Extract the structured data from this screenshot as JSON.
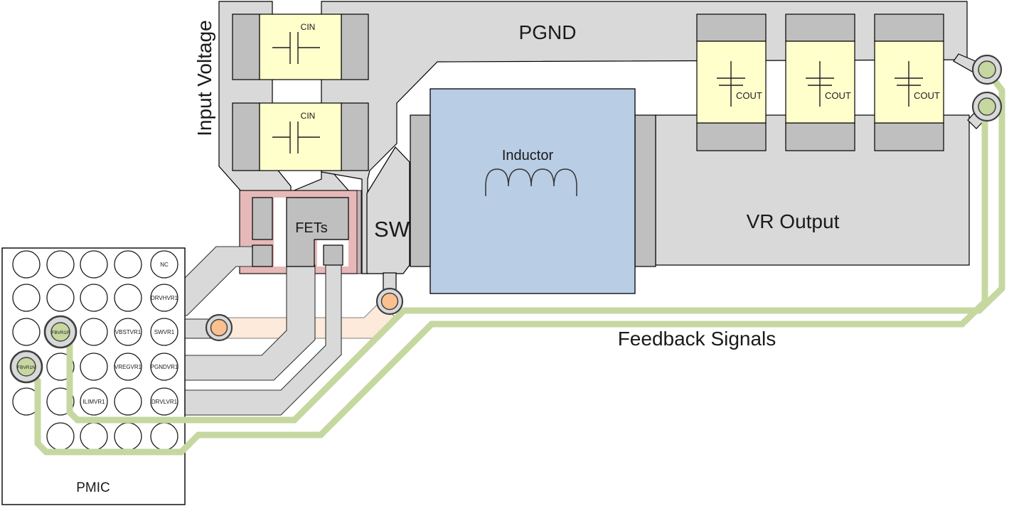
{
  "labels": {
    "input_voltage": "Input Voltage",
    "pgnd": "PGND",
    "vr_output": "VR Output",
    "sw": "SW",
    "fets": "FETs",
    "inductor": "Inductor",
    "feedback_signals": "Feedback Signals",
    "pmic": "PMIC"
  },
  "capacitors": {
    "cin": "CIN",
    "cout": "COUT"
  },
  "pmic_pins": {
    "nc": "NC",
    "drvhvr1": "DRVHVR1",
    "fbvr1p": "FBVR1P",
    "vbstvr1": "VBSTVR1",
    "swvr1": "SWVR1",
    "fbvr1n": "FBVR1N",
    "vregvr1": "VREGVR1",
    "pgndvr1": "PGNDVR1",
    "ilimvr1": "ILIMVR1",
    "drvlvr1": "DRVLVR1"
  },
  "colors": {
    "plane_gray": "#d9d9d9",
    "pad_gray": "#bfbfbf",
    "cap_yellow": "#ffffcc",
    "inductor_blue": "#b9cde5",
    "fet_pink": "#e6b9b8",
    "feedback_green": "#c6d7a0",
    "via_orange": "#fac090",
    "trace_peach": "#fdeada"
  }
}
